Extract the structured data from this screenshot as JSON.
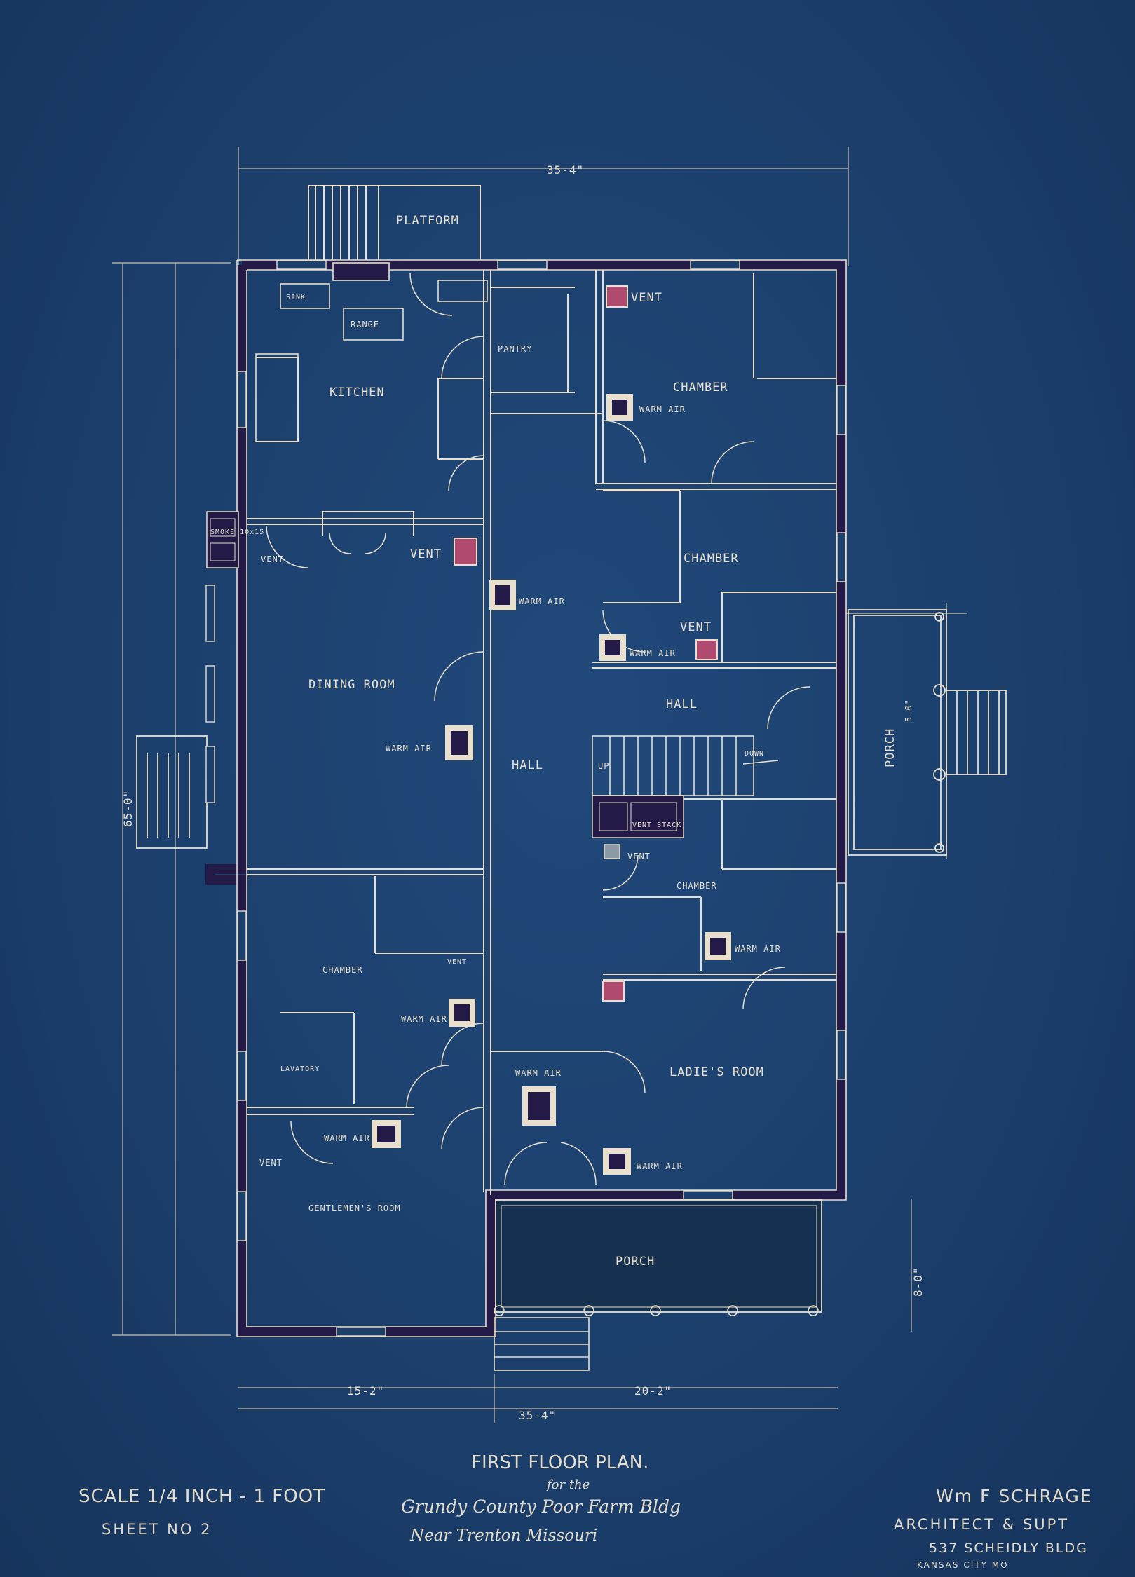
{
  "colors": {
    "paper": "#1c3f6c",
    "ink": "#e8e0cc",
    "wall": "#241a47",
    "vent": "#b04a6e"
  },
  "dimensions": {
    "top": "35-4\"",
    "bottom_total": "35-4\"",
    "bottom_left": "15-2\"",
    "bottom_right": "20-2\"",
    "left_height": "65-0\"",
    "right_porch": "8-0\"",
    "porch_depth": "5-0\""
  },
  "rooms": {
    "platform": "PLATFORM",
    "sink": "SINK",
    "range": "RANGE",
    "kitchen": "KITCHEN",
    "pantry": "PANTRY",
    "chamber_ne": "CHAMBER",
    "chamber_e": "CHAMBER",
    "dining": "DINING ROOM",
    "hall_center": "HALL",
    "hall_east": "HALL",
    "porch_east": "PORCH",
    "chamber_se": "CHAMBER",
    "chamber_w": "CHAMBER",
    "lavatory": "LAVATORY",
    "ladies": "LADIE'S ROOM",
    "gentlemens": "GENTLEMEN'S ROOM",
    "porch_south": "PORCH",
    "up": "UP",
    "down": "DOWN"
  },
  "fixtures": {
    "vent": "VENT",
    "warm_air": "WARM AIR",
    "smoke": "SMOKE 10x15",
    "vent_stack": "VENT STACK"
  },
  "title_block": {
    "scale": "SCALE 1/4 INCH - 1 FOOT",
    "sheet": "SHEET NO 2",
    "title": "FIRST FLOOR PLAN.",
    "for_the": "for the",
    "project": "Grundy County Poor Farm Bldg",
    "location": "Near Trenton Missouri",
    "architect_name": "Wm F SCHRAGE",
    "architect_role": "ARCHITECT & SUPT",
    "office": "537 SCHEIDLY BLDG",
    "city": "KANSAS CITY MO"
  }
}
